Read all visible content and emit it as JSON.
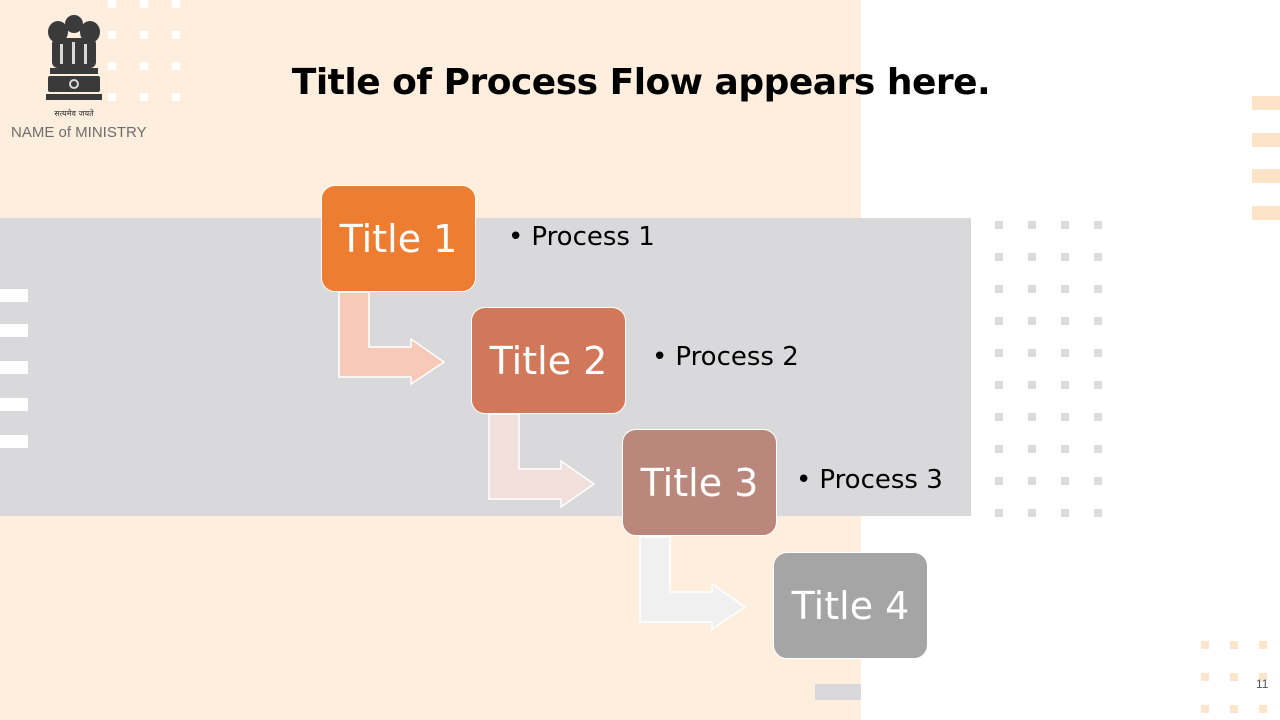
{
  "header": {
    "motto": "सत्यमेव जयते",
    "ministry": "NAME of MINISTRY",
    "title": "Title of Process Flow appears here."
  },
  "steps": [
    {
      "title": "Title 1",
      "process": "Process 1",
      "color": "#ed7d31"
    },
    {
      "title": "Title 2",
      "process": "Process 2",
      "color": "#d2785a"
    },
    {
      "title": "Title 3",
      "process": "Process 3",
      "color": "#b9877c"
    },
    {
      "title": "Title 4",
      "process": "",
      "color": "#a5a5a5"
    }
  ],
  "connector_colors": [
    "#f8c8b8",
    "#f1dfdc",
    "#f0f0f0"
  ],
  "footer": {
    "page_number": "11"
  },
  "icons": {
    "emblem": "national-emblem-icon"
  }
}
